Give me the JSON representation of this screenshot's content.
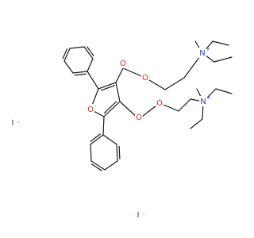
{
  "structure": {
    "colors": {
      "bond": "#1a1a1a",
      "oxygen": "#e8261b",
      "nitrogen": "#2f3fd6",
      "iodine": "#5d2b74",
      "background": "#ffffff"
    },
    "atoms": {
      "o_ketone_top": "O",
      "o_ester_top": "O",
      "o_ketone_mid": "O",
      "o_ester_mid": "O",
      "o_furan": "O",
      "n_top": "N",
      "n_top_charge": "+",
      "n_bot": "N",
      "n_bot_charge": "+"
    },
    "counterions": {
      "iodide_1": "I",
      "iodide_1_charge": "-",
      "iodide_2": "I",
      "iodide_2_charge": "-"
    }
  }
}
